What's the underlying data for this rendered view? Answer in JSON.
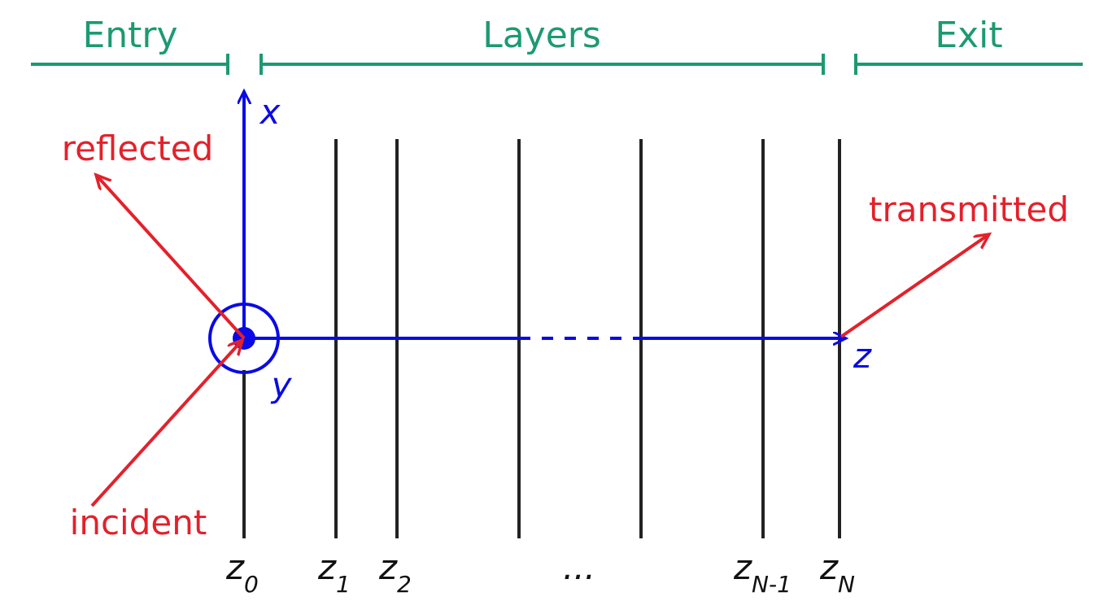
{
  "regions": {
    "entry": "Entry",
    "layers": "Layers",
    "exit": "Exit"
  },
  "waves": {
    "reflected": "reflected",
    "incident": "incident",
    "transmitted": "transmitted"
  },
  "axes": {
    "x": "x",
    "y": "y",
    "z": "z"
  },
  "boundaries": [
    {
      "base": "z",
      "sub": "0"
    },
    {
      "base": "z",
      "sub": "1"
    },
    {
      "base": "z",
      "sub": "2"
    },
    {
      "base": "",
      "sub": ""
    },
    {
      "base": "",
      "sub": ""
    },
    {
      "base": "z",
      "sub": "N-1"
    },
    {
      "base": "z",
      "sub": "N"
    }
  ],
  "ellipsis": "...",
  "colors": {
    "region": "#1c9a72",
    "wave": "#e3212b",
    "axis": "#0a0ae6",
    "line": "#222222"
  }
}
